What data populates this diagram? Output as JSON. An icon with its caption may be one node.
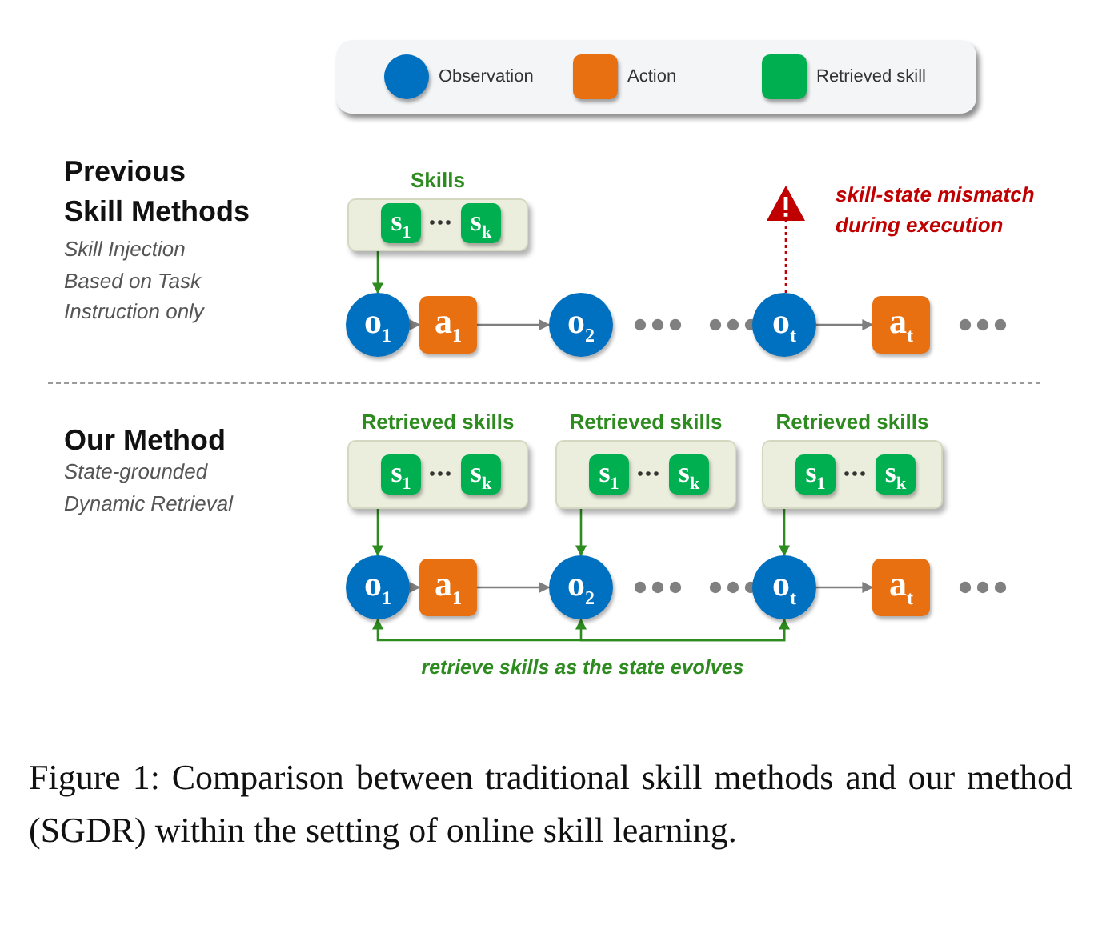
{
  "diagram": {
    "nodes": [
      {
        "text": [
          "Skills"
        ]
      },
      {
        "text": [
          "s$_{1}$"
        ],
        "in": 0
      },
      {
        "text": [
          "s$_{k}$"
        ],
        "in": 0
      },
      {
        "text": [
          "o$_{1}$"
        ]
      },
      {
        "text": [
          "a$_{1}$"
        ]
      },
      {
        "text": [
          "o$_{2}$"
        ]
      },
      {
        "text": [
          "o$_{t}$"
        ]
      },
      {
        "text": [
          "a$_{t}$"
        ]
      },
      {
        "text": [],
        "shape": "triangle",
        "beside": [
          "skill-state mismatch during execution"
        ]
      },
      {
        "text": [
          "Retrieved skills"
        ]
      },
      {
        "text": [
          "s$_{1}$"
        ],
        "in": 9
      },
      {
        "text": [
          "s$_{k}$"
        ],
        "in": 9
      },
      {
        "text": [
          "Retrieved skills"
        ]
      },
      {
        "text": [
          "s$_{1}$"
        ],
        "in": 12
      },
      {
        "text": [
          "s$_{k}$"
        ],
        "in": 12
      },
      {
        "text": [
          "Retrieved skills"
        ]
      },
      {
        "text": [
          "s$_{1}$"
        ],
        "in": 15
      },
      {
        "text": [
          "s$_{k}$"
        ],
        "in": 15
      },
      {
        "text": [
          "o$_{1}$"
        ]
      },
      {
        "text": [
          "a$_{1}$"
        ]
      },
      {
        "text": [
          "o$_{2}$"
        ]
      },
      {
        "text": [
          "o$_{t}$"
        ]
      },
      {
        "text": [
          "a$_{t}$"
        ]
      }
    ],
    "edges": [
      {
        "from": 0,
        "to": 3,
        "arrow": "to",
        "color": "#2e8b1f"
      },
      {
        "from": 3,
        "to": 4,
        "arrow": "to",
        "color": "#7f7f7f"
      },
      {
        "from": 4,
        "to": 5,
        "arrow": "to",
        "color": "#7f7f7f"
      },
      {
        "from": 6,
        "to": 7,
        "arrow": "to",
        "color": "#7f7f7f"
      },
      {
        "from": 6,
        "to": 8,
        "arrow": "none",
        "style": "dashed",
        "color": "#c00000"
      },
      {
        "from": 9,
        "to": 18,
        "arrow": "to",
        "color": "#2e8b1f"
      },
      {
        "from": 12,
        "to": 20,
        "arrow": "to",
        "color": "#2e8b1f"
      },
      {
        "from": 15,
        "to": 21,
        "arrow": "to",
        "color": "#2e8b1f"
      },
      {
        "from": 18,
        "to": 19,
        "arrow": "to",
        "color": "#7f7f7f"
      },
      {
        "from": 19,
        "to": 20,
        "arrow": "to",
        "color": "#7f7f7f"
      },
      {
        "from": 21,
        "to": 22,
        "arrow": "to",
        "color": "#7f7f7f"
      },
      {
        "from": 21,
        "to": 18,
        "arrow": "both",
        "color": "#2e8b1f",
        "label": "retrieve skills as the state evolves"
      },
      {
        "from": 21,
        "to": 20,
        "arrow": "to",
        "color": "#2e8b1f"
      }
    ],
    "labels": [
      "Previous Skill Methods",
      "Skill Injection Based on Task Instruction only",
      "Our Method",
      "State-grounded Dynamic Retrieval"
    ],
    "legend": [
      {
        "text": "Observation",
        "color": "#0070c0"
      },
      {
        "text": "Action",
        "color": "#e97011"
      },
      {
        "text": "Retrieved skill",
        "color": "#00b050"
      }
    ],
    "caption": "Figure 1: Comparison between traditional skill methods and our method (SGDR) within the setting of online skill learning."
  }
}
